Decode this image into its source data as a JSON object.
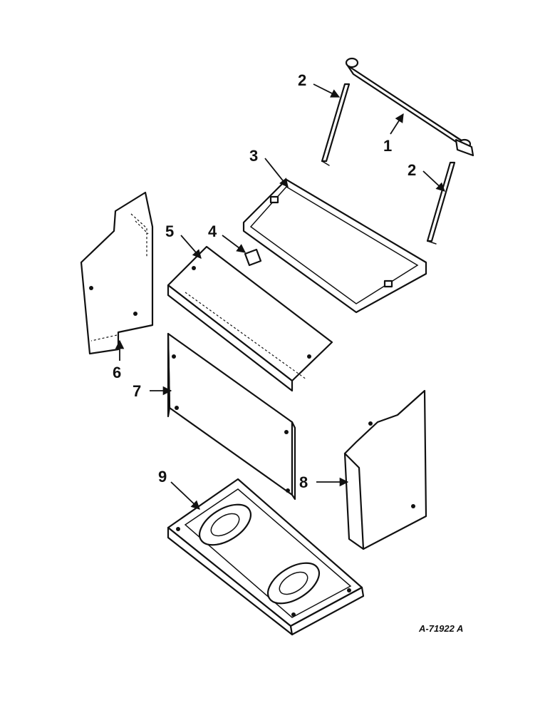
{
  "callouts": {
    "c1": "1",
    "c2a": "2",
    "c2b": "2",
    "c3": "3",
    "c4": "4",
    "c5": "5",
    "c6": "6",
    "c7": "7",
    "c8": "8",
    "c9": "9"
  },
  "drawing_ref": "A-71922 A",
  "colors": {
    "ink": "#111111",
    "paper": "#ffffff"
  }
}
